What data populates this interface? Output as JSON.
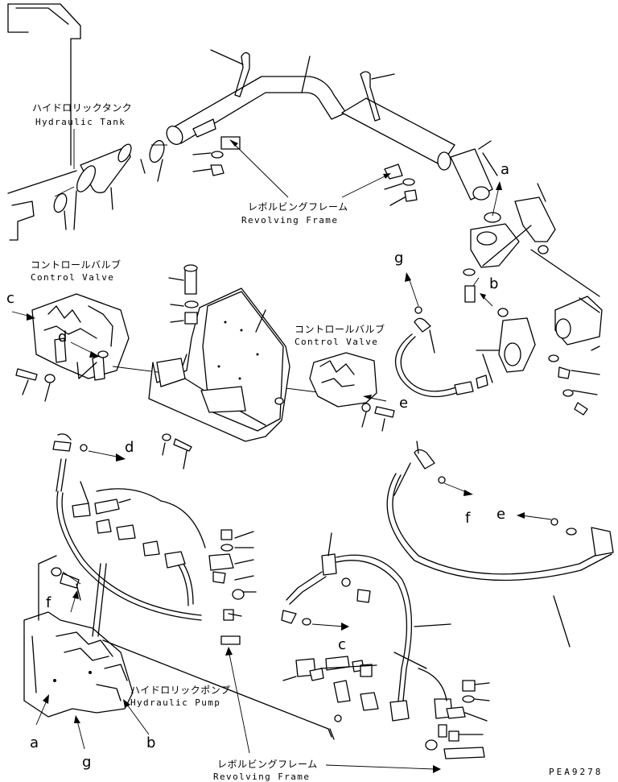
{
  "labels": {
    "hydraulic_tank": {
      "jp": "ハイドロリックタンク",
      "en": "Hydraulic Tank"
    },
    "revolving_frame_top": {
      "jp": "レボルビングフレーム",
      "en": "Revolving Frame"
    },
    "control_valve_left": {
      "jp": "コントロールバルブ",
      "en": "Control Valve"
    },
    "control_valve_right": {
      "jp": "コントロールバルブ",
      "en": "Control Valve"
    },
    "hydraulic_pump": {
      "jp": "ハイドロリックポンプ",
      "en": "Hydraulic Pump"
    },
    "revolving_frame_bottom": {
      "jp": "レボルビングフレーム",
      "en": "Revolving Frame"
    }
  },
  "connection_keys": {
    "a_top": "a",
    "b_top": "b",
    "c_left": "c",
    "d_valve": "d",
    "e_valve": "e",
    "g_left": "g",
    "d_arrow": "d",
    "f_right": "f",
    "e_right": "e",
    "f_left": "f",
    "c_lower": "c",
    "a_bottom": "a",
    "g_bottom": "g",
    "b_bottom": "b"
  },
  "drawing_code": "PEA9278"
}
